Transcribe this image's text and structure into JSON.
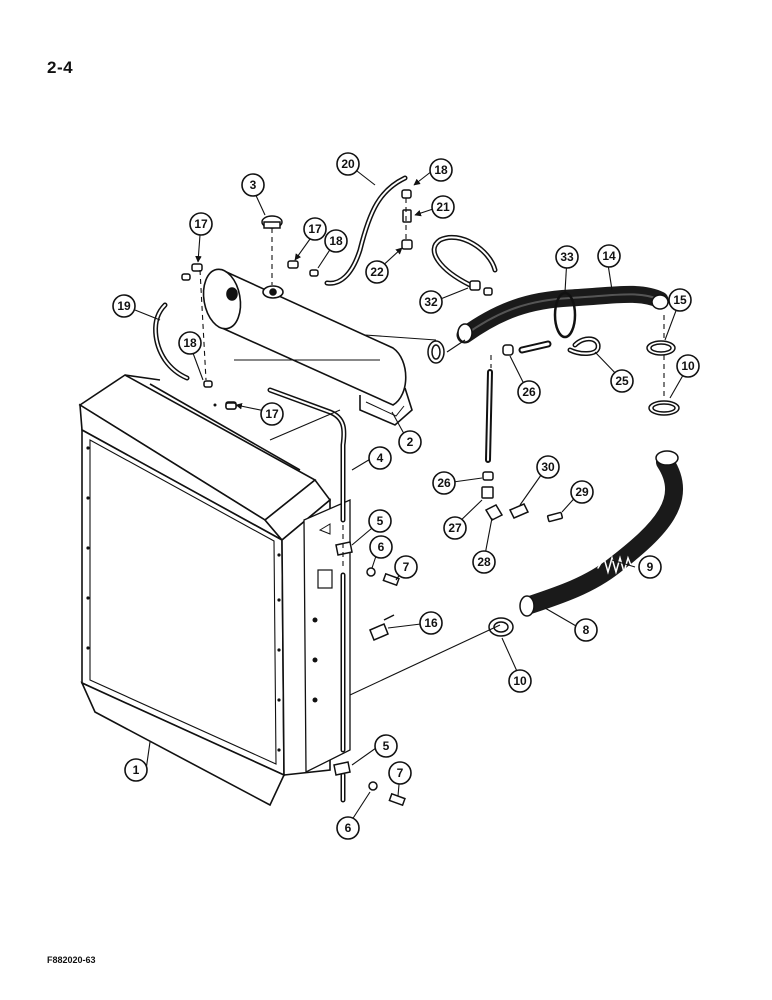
{
  "page_number": "2-4",
  "figure_id": "F882020-63",
  "callouts": [
    "1",
    "2",
    "3",
    "4",
    "5",
    "5",
    "6",
    "6",
    "7",
    "7",
    "8",
    "9",
    "10",
    "10",
    "14",
    "15",
    "16",
    "17",
    "17",
    "17",
    "18",
    "18",
    "18",
    "19",
    "20",
    "21",
    "22",
    "25",
    "26",
    "26",
    "27",
    "28",
    "29",
    "30",
    "32",
    "33"
  ],
  "colors": {
    "ink": "#111111",
    "hose": "#1a1a1a",
    "paper": "#ffffff"
  }
}
